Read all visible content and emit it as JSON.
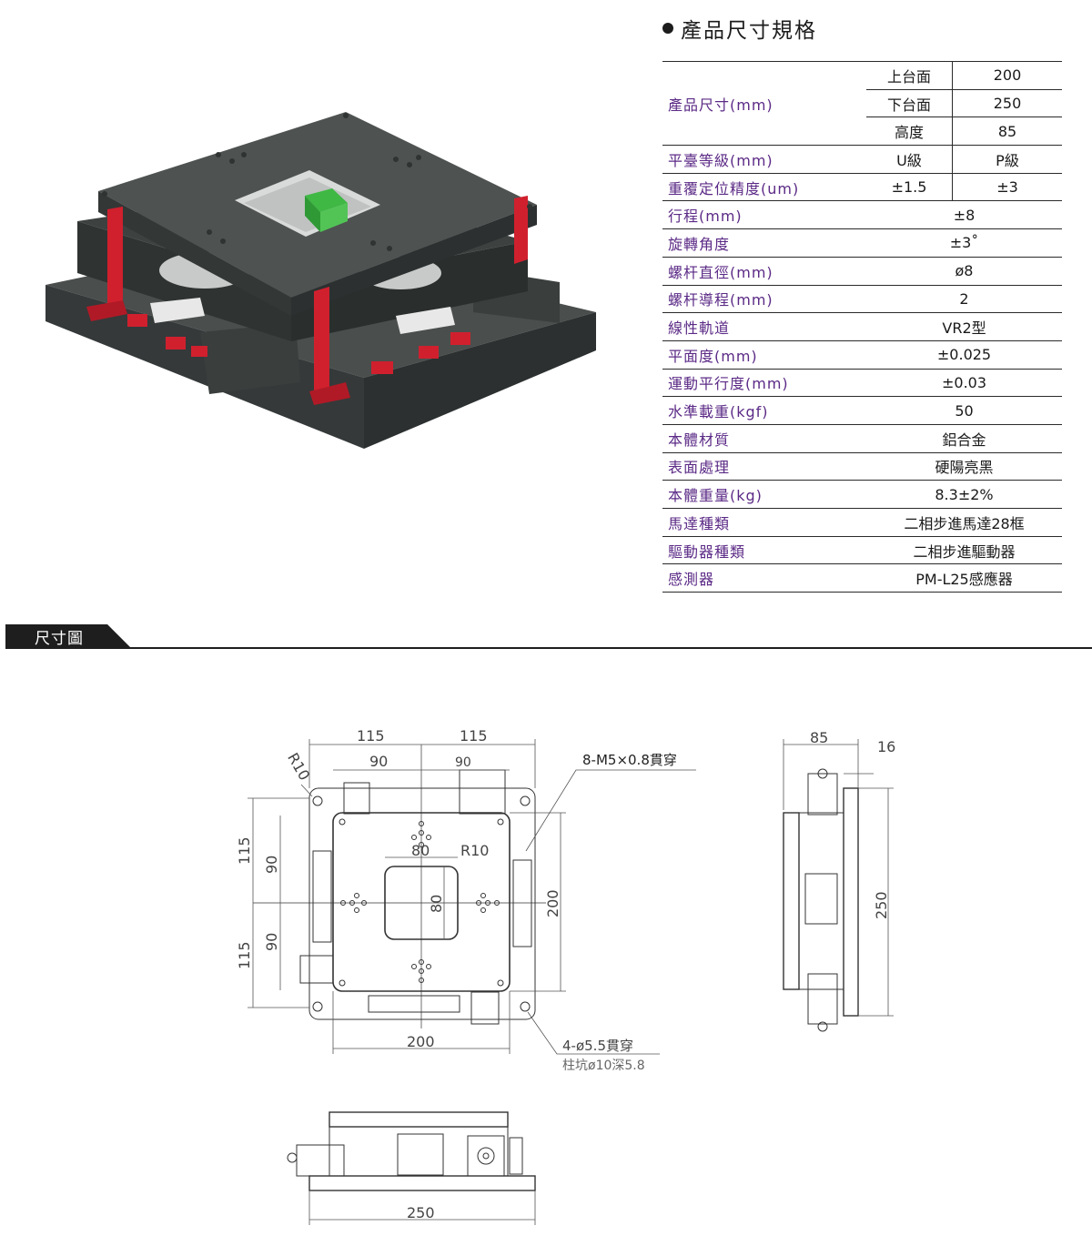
{
  "spec_section": {
    "title": "產品尺寸規格",
    "rows": [
      {
        "label": "產品尺寸(mm)",
        "sub": [
          "上台面",
          "下台面",
          "高度"
        ],
        "values": [
          "200",
          "250",
          "85"
        ]
      },
      {
        "label": "平臺等級(mm)",
        "values": [
          "U級",
          "P級"
        ]
      },
      {
        "label": "重覆定位精度(um)",
        "values": [
          "±1.5",
          "±3"
        ]
      },
      {
        "label": "行程(mm)",
        "value": "±8"
      },
      {
        "label": "旋轉角度",
        "value": "±3˚"
      },
      {
        "label": "螺杆直徑(mm)",
        "value": "ø8"
      },
      {
        "label": "螺杆導程(mm)",
        "value": "2"
      },
      {
        "label": "線性軌道",
        "value": "VR2型"
      },
      {
        "label": "平面度(mm)",
        "value": "±0.025"
      },
      {
        "label": "運動平行度(mm)",
        "value": "±0.03"
      },
      {
        "label": "水準載重(kgf)",
        "value": "50"
      },
      {
        "label": "本體材質",
        "value": "鋁合金"
      },
      {
        "label": "表面處理",
        "value": "硬陽亮黑"
      },
      {
        "label": "本體重量(kg)",
        "value": "8.3±2%"
      },
      {
        "label": "馬達種類",
        "value": "二相步進馬達28框"
      },
      {
        "label": "驅動器種類",
        "value": "二相步進驅動器"
      },
      {
        "label": "感測器",
        "value": "PM-L25感應器"
      }
    ]
  },
  "dimension_section": {
    "title": "尺寸圖",
    "top_view": {
      "top_dims": [
        "115",
        "115"
      ],
      "inner_top_dims": [
        "90",
        "90"
      ],
      "corner_radius": "R10",
      "left_dims": [
        "115",
        "115"
      ],
      "inner_left_dims": [
        "90",
        "90"
      ],
      "hole_note": "8-M5×0.8貫穿",
      "center_width": "80",
      "center_height": "80",
      "center_radius": "R10",
      "right_dim": "200",
      "bottom_dim": "200",
      "mount_note_1": "4-ø5.5貫穿",
      "mount_note_2": "柱坑ø10深5.8"
    },
    "side_view": {
      "width_dim": "85",
      "offset_dim": "16",
      "height_dim": "250"
    },
    "front_view": {
      "width_dim": "250"
    }
  },
  "colors": {
    "body": "#3b3f3d",
    "accent_red": "#d0202e",
    "sensor_green": "#3fb844",
    "label_purple": "#5b2a86"
  }
}
